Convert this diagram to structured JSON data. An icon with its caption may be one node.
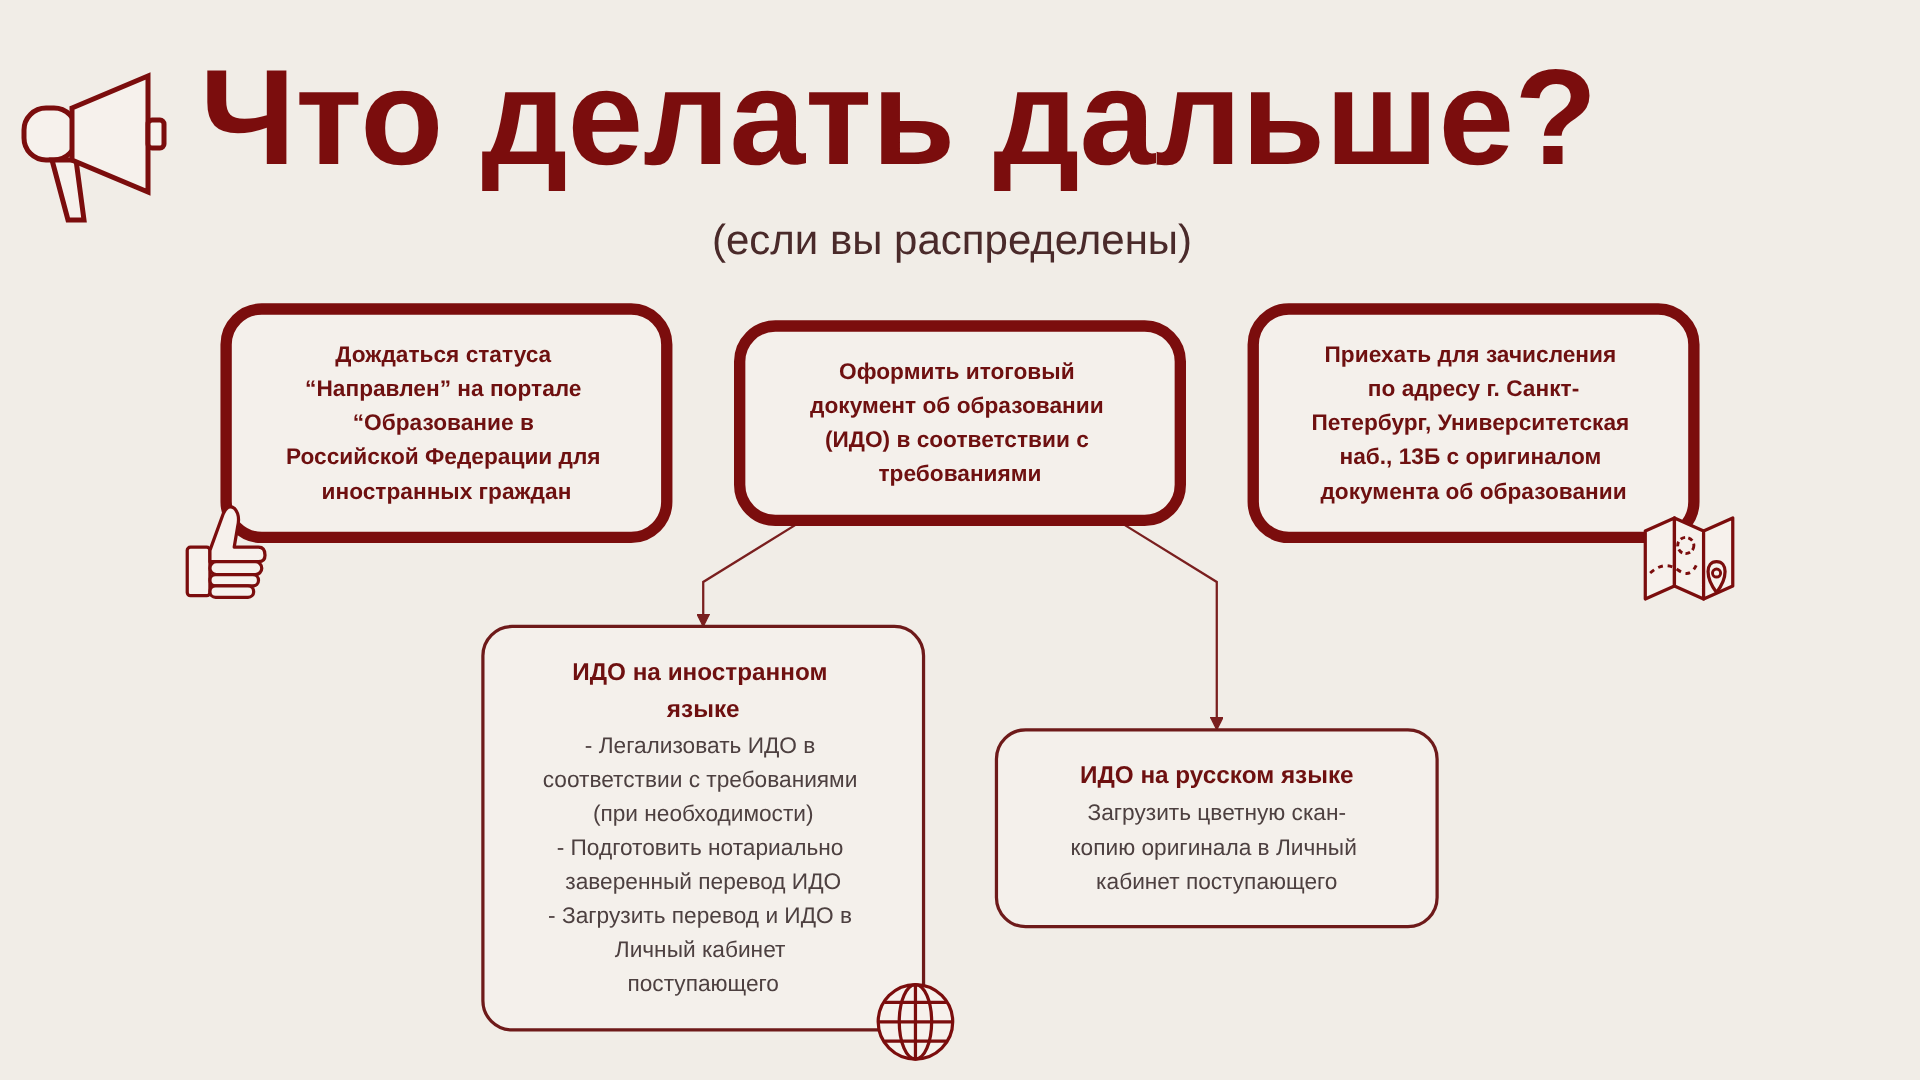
{
  "diagram": {
    "title": "Что делать дальше?",
    "nodes": [
      {
        "text": [
          "Дождаться статуса “Направлен” на портале “Образование в Российской Федерации для иностранных граждан"
        ]
      },
      {
        "text": [
          "Оформить итоговый документ об образовании (ИДО) в соответствии с требованиями"
        ]
      },
      {
        "text": [
          "ИДО на иностранном языке",
          "- Легализовать ИДО в соответствии с требованиями (при необходимости)",
          "- Подготовить нотариально заверенный перевод ИДО",
          "- Загрузить перевод и ИДО в Личный кабинет поступающего"
        ]
      },
      {
        "text": [
          "ИДО на русском языке",
          "Загрузить цветную скан-копию оригинала в Личный кабинет поступающего"
        ]
      },
      {
        "text": [
          "Приехать для зачисления по адресу г. Санкт-Петербург, Университетская наб., 13Б с оригиналом документа об образовании"
        ]
      }
    ],
    "edges": [
      {
        "from": 1,
        "to": 2,
        "arrow": "to"
      },
      {
        "from": 1,
        "to": 3,
        "arrow": "to"
      }
    ],
    "labels": [
      "(если вы распределены)"
    ]
  }
}
